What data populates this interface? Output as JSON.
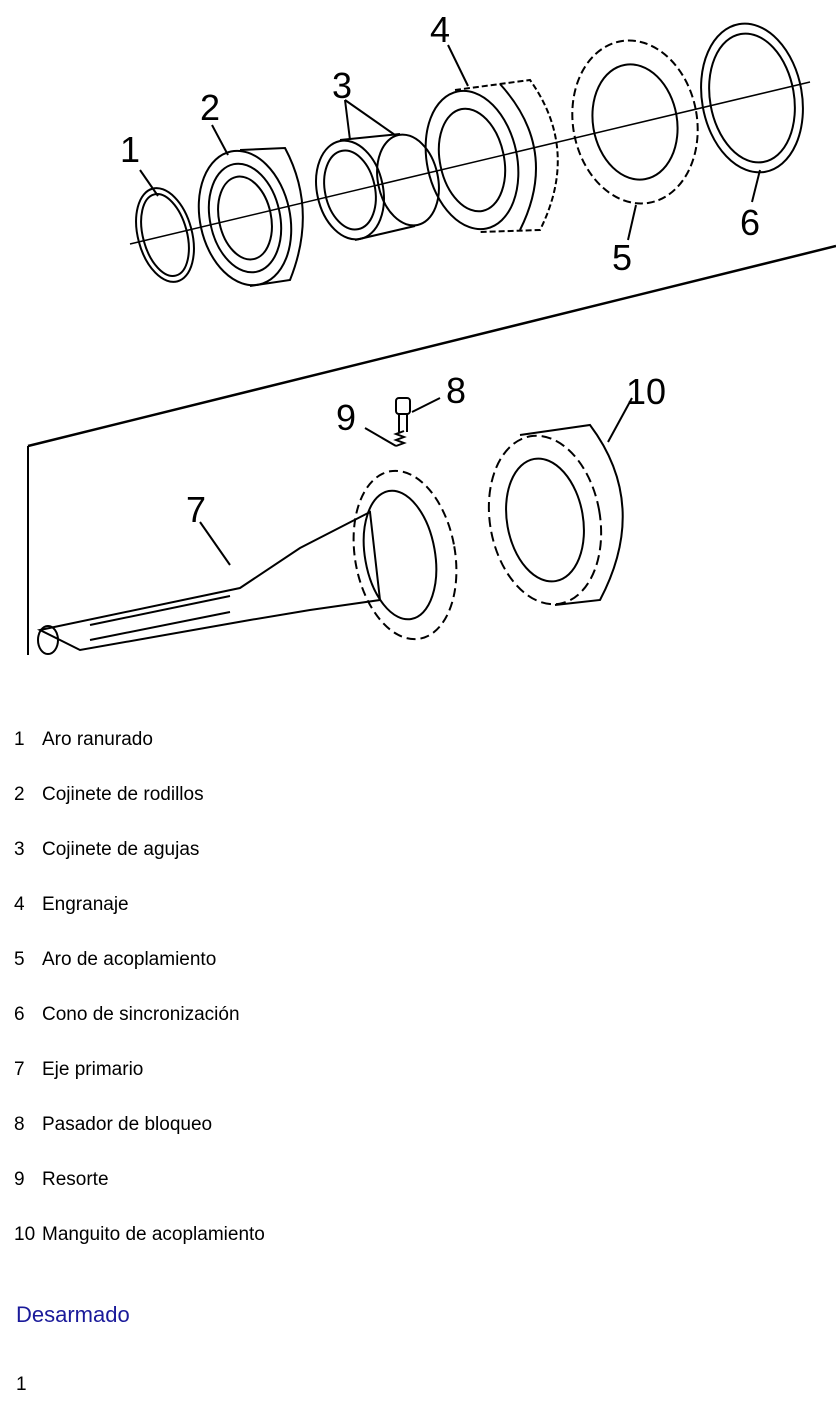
{
  "diagram": {
    "callouts": [
      "1",
      "2",
      "3",
      "4",
      "5",
      "6",
      "7",
      "8",
      "9",
      "10"
    ]
  },
  "legend": [
    {
      "num": "1",
      "label": "Aro ranurado"
    },
    {
      "num": "2",
      "label": "Cojinete de rodillos"
    },
    {
      "num": "3",
      "label": "Cojinete de agujas"
    },
    {
      "num": "4",
      "label": "Engranaje"
    },
    {
      "num": "5",
      "label": "Aro de acoplamiento"
    },
    {
      "num": "6",
      "label": "Cono de sincronización"
    },
    {
      "num": "7",
      "label": "Eje primario"
    },
    {
      "num": "8",
      "label": "Pasador de bloqueo"
    },
    {
      "num": "9",
      "label": "Resorte"
    },
    {
      "num": "10",
      "label": "Manguito de acoplamiento"
    }
  ],
  "section_title": "Desarmado",
  "step": "1"
}
